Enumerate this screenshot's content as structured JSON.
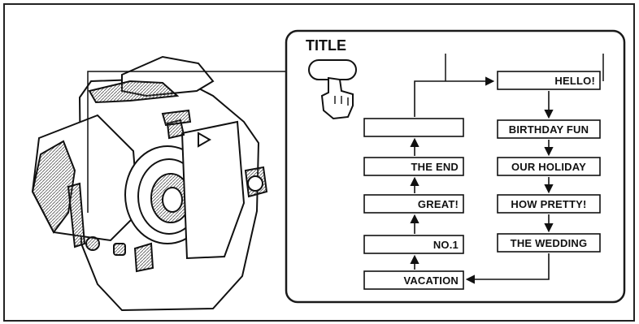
{
  "title_button": {
    "label": "TITLE"
  },
  "titles": {
    "right_column": [
      "HELLO!",
      "BIRTHDAY FUN",
      "OUR HOLIDAY",
      "HOW PRETTY!",
      "THE WEDDING"
    ],
    "bottom": "VACATION",
    "left_column": [
      "NO.1",
      "GREAT!",
      "THE END",
      ""
    ]
  },
  "colors": {
    "ink": "#111111",
    "paper": "#ffffff",
    "panel_border": "#1a1a1a"
  },
  "icons": {
    "camera": "camcorder-illustration",
    "finger": "pressing-finger-icon"
  }
}
